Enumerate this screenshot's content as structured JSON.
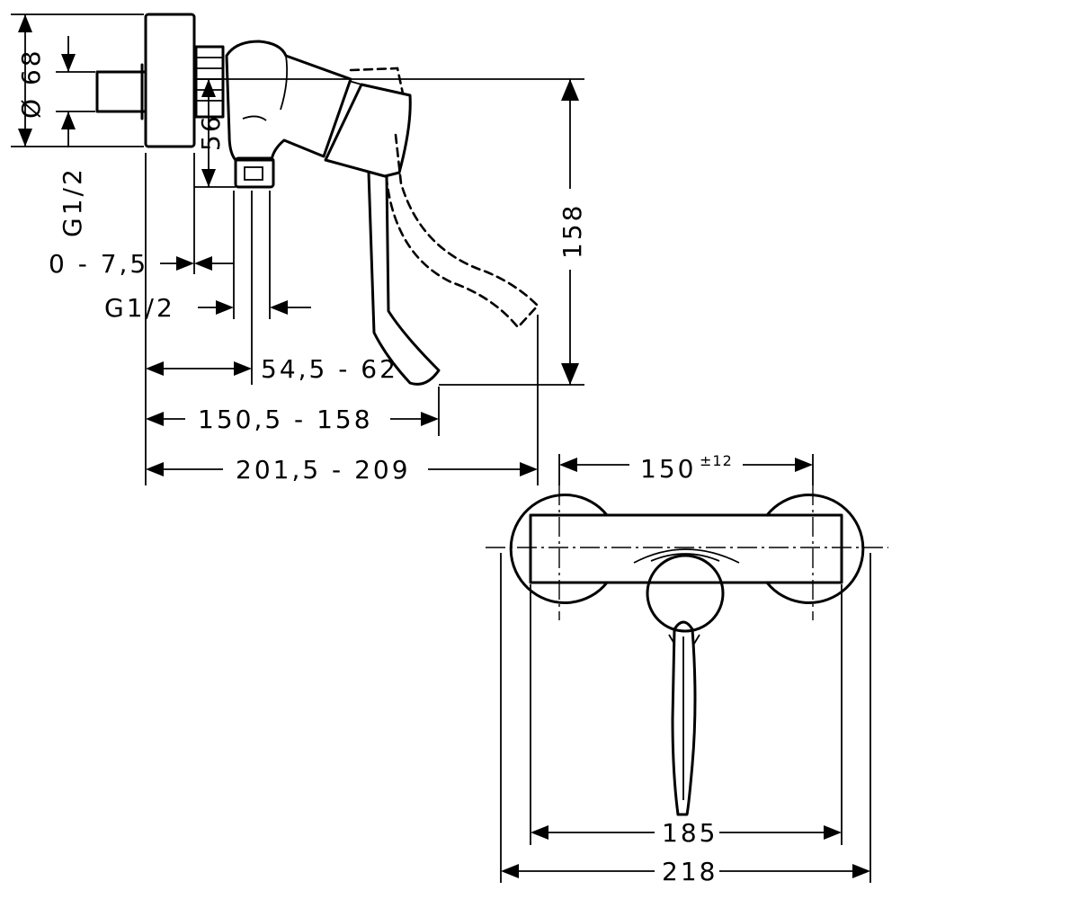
{
  "side_view": {
    "dia_68": "Ø 68",
    "thread_left": "G1/2",
    "depth_56": "56",
    "range_0_7_5": "0 - 7,5",
    "thread_bottom": "G1/2",
    "range_54_5_62": "54,5 - 62",
    "range_150_5_158": "150,5 - 158",
    "range_201_5_209": "201,5 - 209",
    "height_158": "158"
  },
  "front_view": {
    "centers_150": "150",
    "tolerance": "±12",
    "width_185": "185",
    "width_218": "218"
  }
}
